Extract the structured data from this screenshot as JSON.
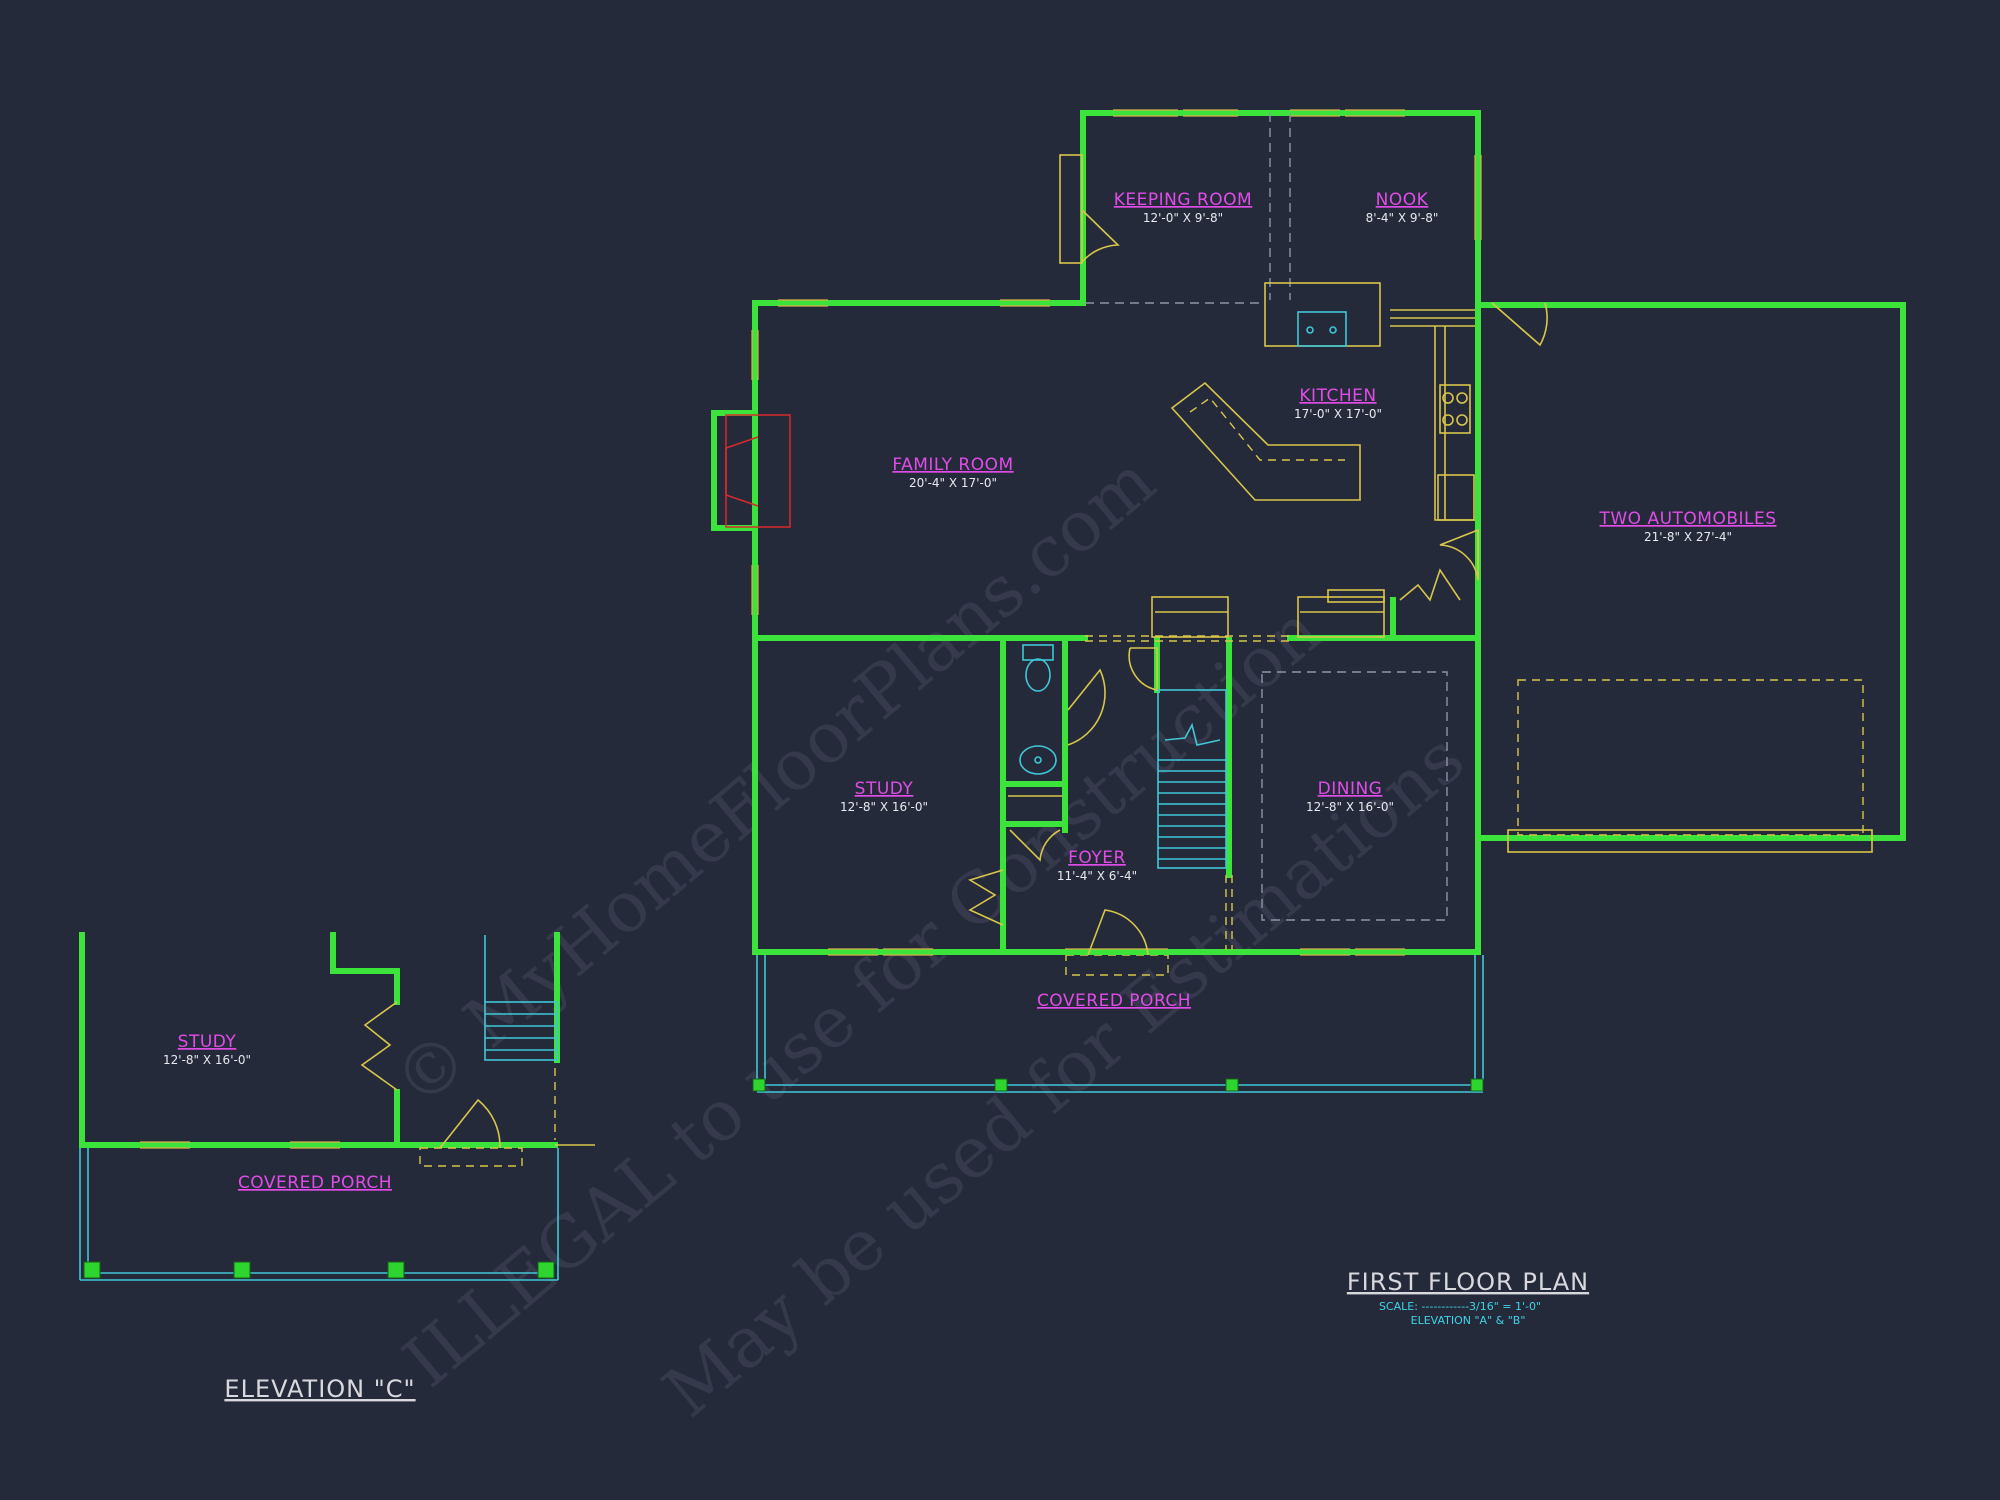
{
  "watermark": {
    "line1": "© MyHomeFloorPlans.com",
    "line2": "ILLEGAL to use for Construction",
    "line3": "May be used for Estimations"
  },
  "rooms": {
    "keeping_room": {
      "name": "KEEPING ROOM",
      "dim": "12'-0\" X 9'-8\""
    },
    "nook": {
      "name": "NOOK",
      "dim": "8'-4\" X 9'-8\""
    },
    "kitchen": {
      "name": "KITCHEN",
      "dim": "17'-0\" X 17'-0\""
    },
    "family_room": {
      "name": "FAMILY ROOM",
      "dim": "20'-4\" X 17'-0\""
    },
    "garage": {
      "name": "TWO AUTOMOBILES",
      "dim": "21'-8\" X 27'-4\""
    },
    "study": {
      "name": "STUDY",
      "dim": "12'-8\" X 16'-0\""
    },
    "foyer": {
      "name": "FOYER",
      "dim": "11'-4\" X 6'-4\""
    },
    "dining": {
      "name": "DINING",
      "dim": "12'-8\" X 16'-0\""
    },
    "covered_porch": {
      "name": "COVERED PORCH"
    }
  },
  "elevation_c": {
    "title": "ELEVATION \"C\"",
    "study_name": "STUDY",
    "study_dim": "12'-8\" X 16'-0\"",
    "porch_name": "COVERED PORCH"
  },
  "title_block": {
    "title": "FIRST FLOOR PLAN",
    "scale": "SCALE: ------------3/16\" = 1'-0\"",
    "elevation": "ELEVATION \"A\" & \"B\""
  },
  "colors": {
    "background": "#252a3b",
    "walls": "#3be33b",
    "room_labels": "#e04ce6",
    "fixtures": "#d8c64a",
    "porch": "#3fc7d6"
  }
}
